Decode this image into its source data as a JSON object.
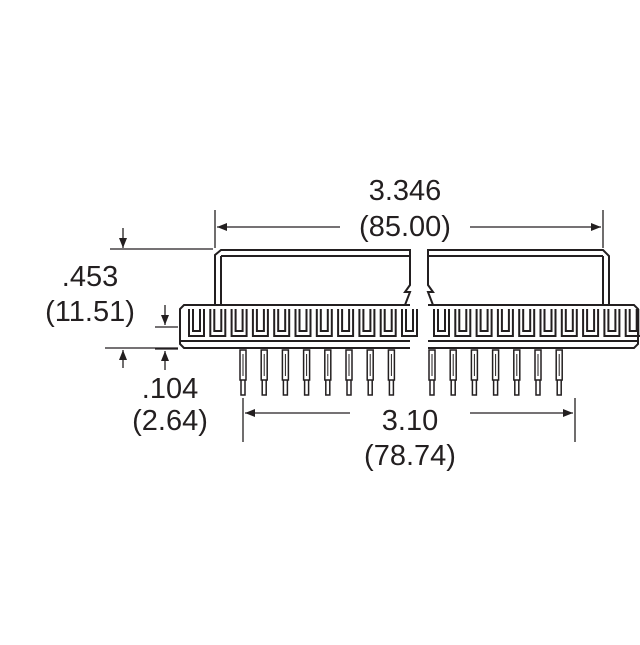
{
  "dimensions": {
    "overall_length": {
      "in": "3.346",
      "mm": "(85.00)"
    },
    "height": {
      "in": ".453",
      "mm": "(11.51)"
    },
    "pin_offset": {
      "in": ".104",
      "mm": "(2.64)"
    },
    "pin_span": {
      "in": "3.10",
      "mm": "(78.74)"
    }
  },
  "colors": {
    "line": "#231f20",
    "background": "#ffffff"
  }
}
